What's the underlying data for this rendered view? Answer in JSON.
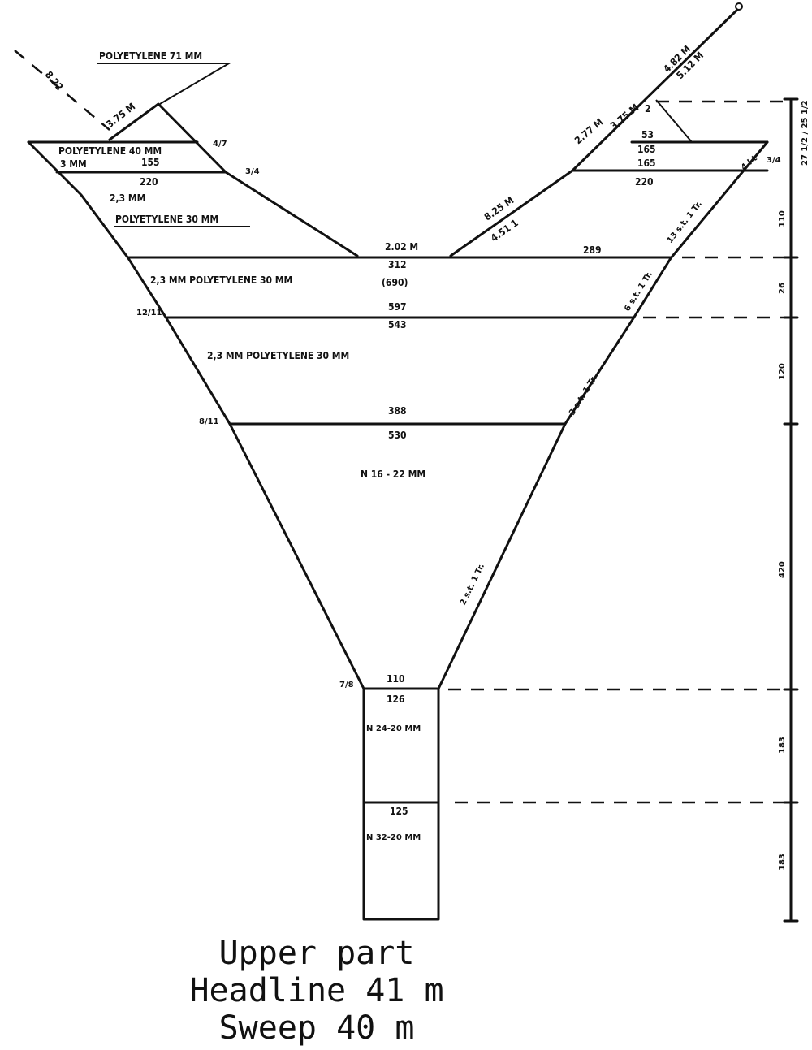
{
  "caption": {
    "line1": "Upper part",
    "line2": "Headline 41 m",
    "line3": "Sweep 40 m"
  },
  "labels": {
    "bridle_left": "8.22",
    "wing_tip_left": "3.75 M",
    "polyethylene_71": "POLYETYLENE 71 MM",
    "polyethylene_40": "POLYETYLENE 40 MM",
    "mm_3": "3 MM",
    "mesh_155": "155",
    "mesh_220_left": "220",
    "cut_4_7": "4/7",
    "cut_3_4_left": "3/4",
    "mm_23": "2,3 MM",
    "polyethylene_30_a": "POLYETYLENE 30 MM",
    "headline_202": "2.02 M",
    "mesh_312": "312",
    "mesh_690": "(690)",
    "mesh_289": "289",
    "section2": "2,3 MM  POLYETYLENE 30 MM",
    "cut_12_11": "12/11",
    "mesh_597": "597",
    "mesh_543": "543",
    "section3": "2,3 MM POLYETYLENE 30 MM",
    "cut_8_11": "8/11",
    "mesh_388": "388",
    "mesh_530": "530",
    "section4": "N 16 - 22 MM",
    "cut_7_8": "7/8",
    "mesh_110": "110",
    "mesh_126": "126",
    "section5": "N 24-20 MM",
    "mesh_125": "125",
    "section6": "N 32-20 MM",
    "right_482": "4.82 M",
    "right_512": "5.12 M",
    "right_277": "2.77 M",
    "right_375": "3.75 M",
    "right_2": "2",
    "right_53": "53",
    "right_165a": "165",
    "right_165b": "165",
    "right_220": "220",
    "right_825": "8.25 M",
    "right_451": "4.51 1",
    "cut_3_4_right": "3/4",
    "right_4lt": "4 l t",
    "edge_13": "13 s.t. 1 Tr.",
    "edge_6": "6 s.t. 1 Tr.",
    "edge_3": "3 s.t. 1 Tr.",
    "edge_2": "2 s.t. 1 Tr.",
    "dim_top": "27 1/2 / 25 1/2",
    "dim_110": "110",
    "dim_26": "26",
    "dim_120": "120",
    "dim_420": "420",
    "dim_183a": "183",
    "dim_183b": "183"
  }
}
